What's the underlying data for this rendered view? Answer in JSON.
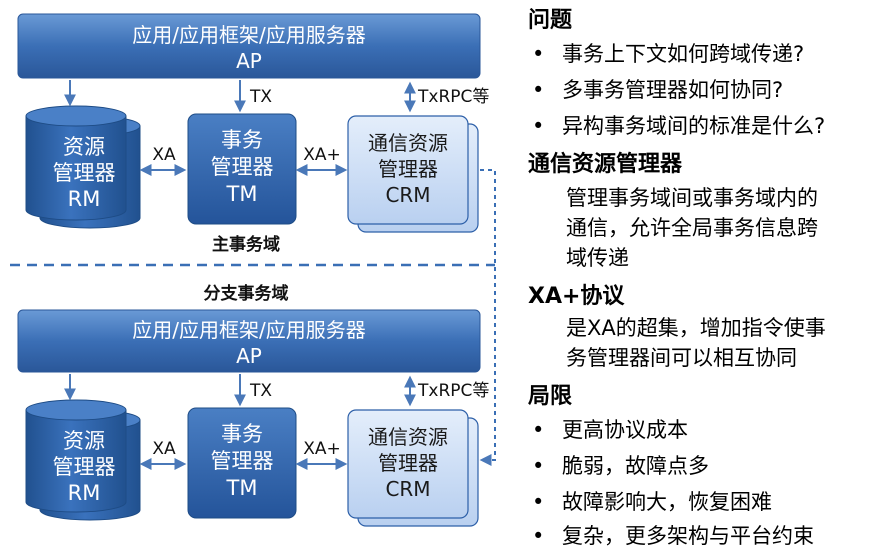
{
  "colors": {
    "ap_gradient_top": "#5b8fd0",
    "ap_gradient_bottom": "#2c5ea4",
    "cylinder": "#2d64ad",
    "tm_box": "#2c5fa8",
    "crm_fill": "#cfe0f7",
    "crm_stroke": "#2c5fa8",
    "arrow": "#4a78b8",
    "divider": "#3a6fb5"
  },
  "domains": [
    {
      "label": "主事务域",
      "ap": {
        "line1": "应用/应用框架/应用服务器",
        "line2": "AP"
      },
      "rm": {
        "lines": [
          "资源",
          "管理器",
          "RM"
        ]
      },
      "tm": {
        "lines": [
          "事务",
          "管理器",
          "TM"
        ]
      },
      "crm": {
        "lines": [
          "通信资源",
          "管理器",
          "CRM"
        ]
      },
      "edges": {
        "ap_tm": "TX",
        "ap_crm": "TxRPC等",
        "rm_tm": "XA",
        "tm_crm": "XA+"
      }
    },
    {
      "label": "分支事务域",
      "ap": {
        "line1": "应用/应用框架/应用服务器",
        "line2": "AP"
      },
      "rm": {
        "lines": [
          "资源",
          "管理器",
          "RM"
        ]
      },
      "tm": {
        "lines": [
          "事务",
          "管理器",
          "TM"
        ]
      },
      "crm": {
        "lines": [
          "通信资源",
          "管理器",
          "CRM"
        ]
      },
      "edges": {
        "ap_tm": "TX",
        "ap_crm": "TxRPC等",
        "rm_tm": "XA",
        "tm_crm": "XA+"
      }
    }
  ],
  "panel": {
    "questions": {
      "heading": "问题",
      "items": [
        "事务上下文如何跨域传递?",
        "多事务管理器如何协同?",
        "异构事务域间的标准是什么?"
      ]
    },
    "crm": {
      "heading": "通信资源管理器",
      "lines": [
        "管理事务域间或事务域内的",
        "通信，允许全局事务信息跨",
        "域传递"
      ]
    },
    "xa_plus": {
      "heading": "XA+协议",
      "lines": [
        "是XA的超集，增加指令使事",
        "务管理器间可以相互协同"
      ]
    },
    "limits": {
      "heading": "局限",
      "items": [
        "更高协议成本",
        "脆弱，故障点多",
        "故障影响大，恢复困难",
        "复杂，更多架构与平台约束"
      ]
    }
  }
}
